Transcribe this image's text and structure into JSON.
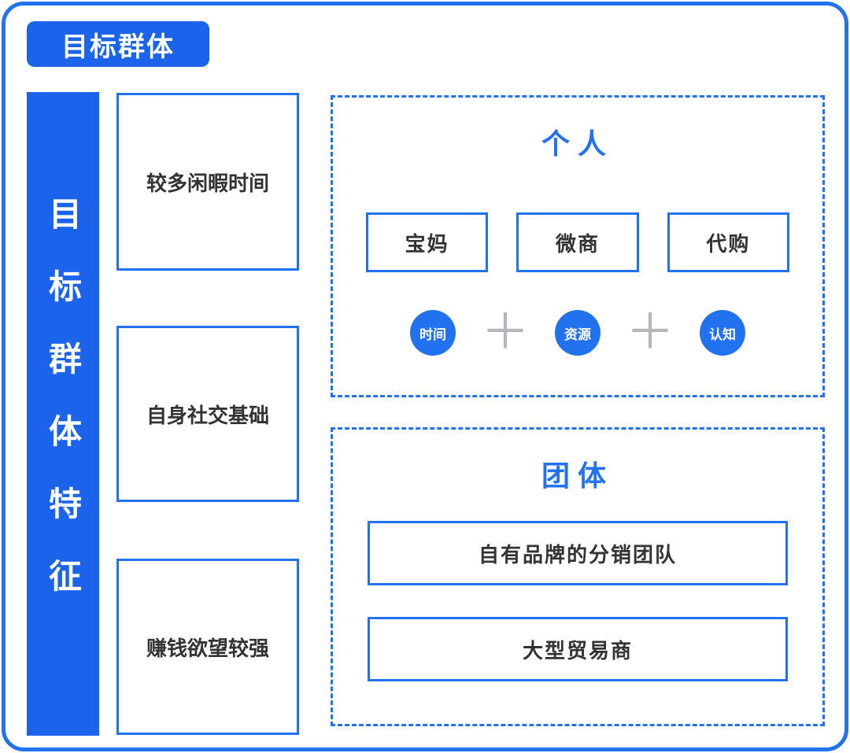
{
  "page": {
    "title_badge": "目标群体"
  },
  "sidebar": {
    "label": "目标群体特征"
  },
  "features": [
    "较多闲暇时间",
    "自身社交基础",
    "赚钱欲望较强"
  ],
  "groups": [
    {
      "title": "个人",
      "items": [
        "宝妈",
        "微商",
        "代购"
      ],
      "circles": [
        "时间",
        "资源",
        "认知"
      ],
      "plus": "＋"
    },
    {
      "title": "团体",
      "rows": [
        "自有品牌的分销团队",
        "大型贸易商"
      ]
    }
  ],
  "colors": {
    "accent": "#2272ef",
    "badge": "#1b63ea",
    "plus": "#b3b6bb"
  }
}
